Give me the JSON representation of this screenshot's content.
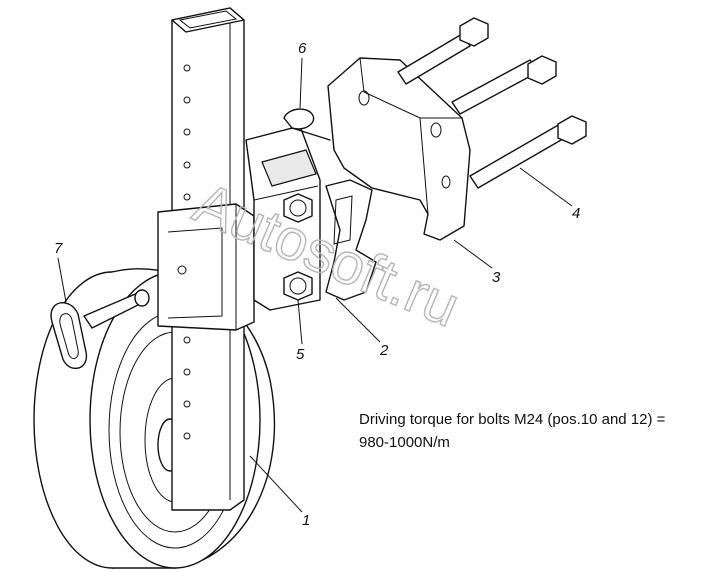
{
  "diagram": {
    "labels": [
      "1",
      "2",
      "3",
      "4",
      "5",
      "6",
      "7"
    ],
    "watermark": "Autosoft.ru"
  },
  "note": {
    "line1": "Driving torque for bolts M24 (pos.10 and 12) =",
    "line2": "980-1000N/m"
  }
}
